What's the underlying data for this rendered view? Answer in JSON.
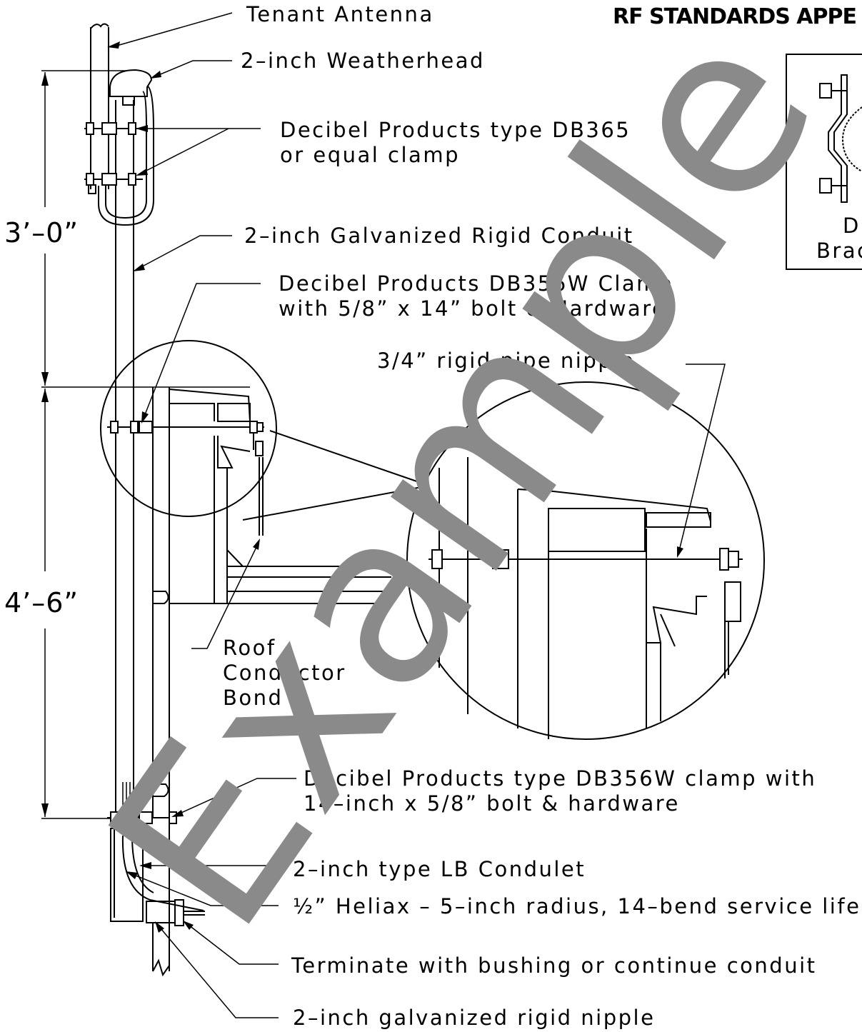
{
  "header": {
    "title": "RF STANDARDS APPE"
  },
  "callouts": {
    "tenant_antenna": "Tenant Antenna",
    "weatherhead": "2–inch Weatherhead",
    "clamp_db365_1": "Decibel Products type DB365",
    "clamp_db365_2": "or equal clamp",
    "conduit": "2–inch Galvanized Rigid Conduit",
    "clamp_db356w_1": "Decibel Products DB356W Clamp",
    "clamp_db356w_2": "with 5/8” x 14” bolt & Hardware",
    "pipe_nipple": "3/4” rigid pipe nipple",
    "roof_bond_1": "Roof",
    "roof_bond_2": "Conductor",
    "roof_bond_3": "Bond",
    "clamp_lower_1": "Decibel Products type DB356W clamp with",
    "clamp_lower_2": "14–inch x 5/8” bolt & hardware",
    "lb_condulet": "2–inch type LB Condulet",
    "heliax": "½” Heliax – 5–inch radius, 14–bend service life",
    "terminate": "Terminate with bushing or continue conduit",
    "rigid_nipple": "2–inch galvanized rigid nipple"
  },
  "dimensions": {
    "upper": "3’–0”",
    "lower": "4’–6”"
  },
  "inset": {
    "line1": "DB",
    "line2": "Brac"
  },
  "watermark": "Example"
}
